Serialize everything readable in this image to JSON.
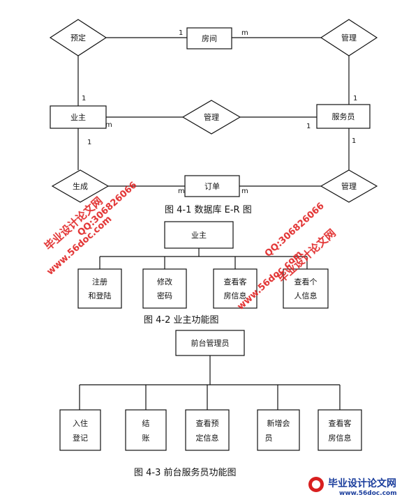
{
  "er": {
    "entities": {
      "room": "房间",
      "owner": "业主",
      "staff": "服务员",
      "order": "订单"
    },
    "relations": {
      "reserve": "预定",
      "manage_room": "管理",
      "manage_mid": "管理",
      "generate": "生成",
      "manage_order": "管理"
    },
    "cardinality": {
      "reserve_room": "1",
      "room_manage": "m",
      "manage_staff": "1",
      "reserve_owner": "1",
      "owner_mid": "m",
      "mid_staff": "1",
      "owner_gen": "1",
      "gen_order": "m",
      "order_mgr": "m",
      "staff_mgr": "1"
    },
    "caption": "图 4-1   数据库 E-R 图"
  },
  "owner_func": {
    "root": "业主",
    "children": [
      {
        "line1": "注册",
        "line2": "和登陆"
      },
      {
        "line1": "修改",
        "line2": "密码"
      },
      {
        "line1": "查看客",
        "line2": "房信息"
      },
      {
        "line1": "查看个",
        "line2": "人信息"
      }
    ],
    "caption": "图 4-2  业主功能图"
  },
  "staff_func": {
    "root": "前台管理员",
    "children": [
      {
        "line1": "入住",
        "line2": "登记"
      },
      {
        "line1": "结",
        "line2": "账"
      },
      {
        "line1": "查看预",
        "line2": "定信息"
      },
      {
        "line1": "新增会",
        "line2": "员"
      },
      {
        "line1": "查看客",
        "line2": "房信息"
      }
    ],
    "caption": "图 4-3  前台服务员功能图"
  },
  "watermarks": {
    "cn": "毕业设计论文网",
    "url": "www.56doc.com",
    "qq": "QQ:306826066",
    "logo_cn": "毕业设计论文网",
    "logo_url": "www.56doc.com"
  }
}
